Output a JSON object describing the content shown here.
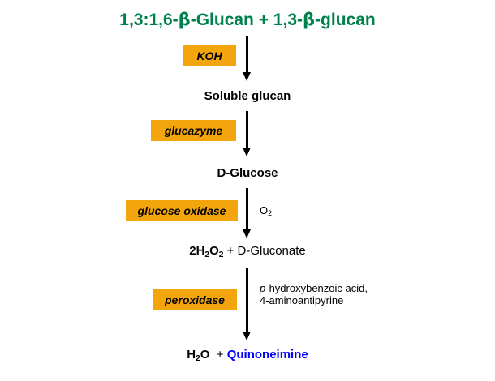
{
  "diagram": {
    "title": {
      "part1": "1,3:1,6-",
      "beta1": "β",
      "part2": "-Glucan + 1,3-",
      "beta2": "β",
      "part3": "-glucan"
    },
    "colors": {
      "title_green": "#00804a",
      "box_orange": "#f2a50c",
      "product_blue": "#0000ff",
      "text_black": "#000000",
      "background": "#ffffff"
    },
    "steps": [
      {
        "enzyme_label": "KOH",
        "cosubstrate": "",
        "product_main": "Soluble glucan",
        "product_extra": ""
      },
      {
        "enzyme_label": "glucazyme",
        "cosubstrate": "",
        "product_main": "D-Glucose",
        "product_extra": ""
      },
      {
        "enzyme_label": "glucose oxidase",
        "cosubstrate_base": "O",
        "cosubstrate_sub": "2",
        "product_main_prefix": "2H",
        "product_main_sub1": "2",
        "product_main_mid": "O",
        "product_main_sub2": "2",
        "product_extra": " + D-Gluconate"
      },
      {
        "enzyme_label": "peroxidase",
        "cosubstrate_line1_italic": "p",
        "cosubstrate_line1_rest": "-hydroxybenzoic acid,",
        "cosubstrate_line2": "4-aminoantipyrine",
        "product_main_prefix": "H",
        "product_main_sub1": "2",
        "product_main_mid": "O",
        "product_plus": "+",
        "product_highlight": "Quinoneimine"
      }
    ]
  }
}
